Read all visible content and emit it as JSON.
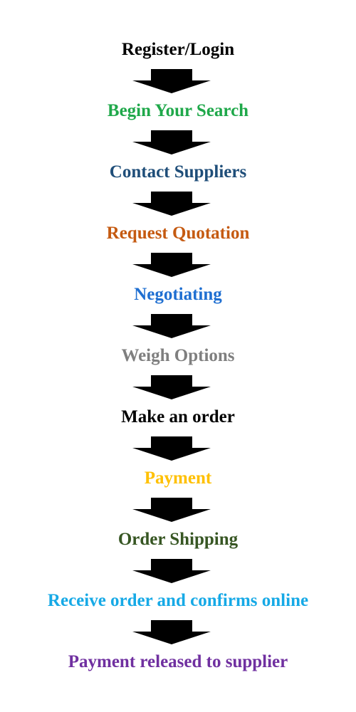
{
  "steps": [
    {
      "label": "Register/Login",
      "color": "#000000"
    },
    {
      "label": "Begin Your Search",
      "color": "#1fa84a"
    },
    {
      "label": "Contact Suppliers",
      "color": "#1f4e79"
    },
    {
      "label": "Request Quotation",
      "color": "#c55a11"
    },
    {
      "label": "Negotiating",
      "color": "#1f6fd1"
    },
    {
      "label": "Weigh Options",
      "color": "#7f7f7f"
    },
    {
      "label": "Make an order",
      "color": "#000000"
    },
    {
      "label": "Payment",
      "color": "#ffc000"
    },
    {
      "label": "Order Shipping",
      "color": "#375623"
    },
    {
      "label": "Receive order and confirms online",
      "color": "#16a9e6"
    },
    {
      "label": "Payment released to supplier",
      "color": "#7030a0"
    }
  ],
  "arrow": {
    "color": "#000000",
    "icon": "down-arrow-icon"
  }
}
